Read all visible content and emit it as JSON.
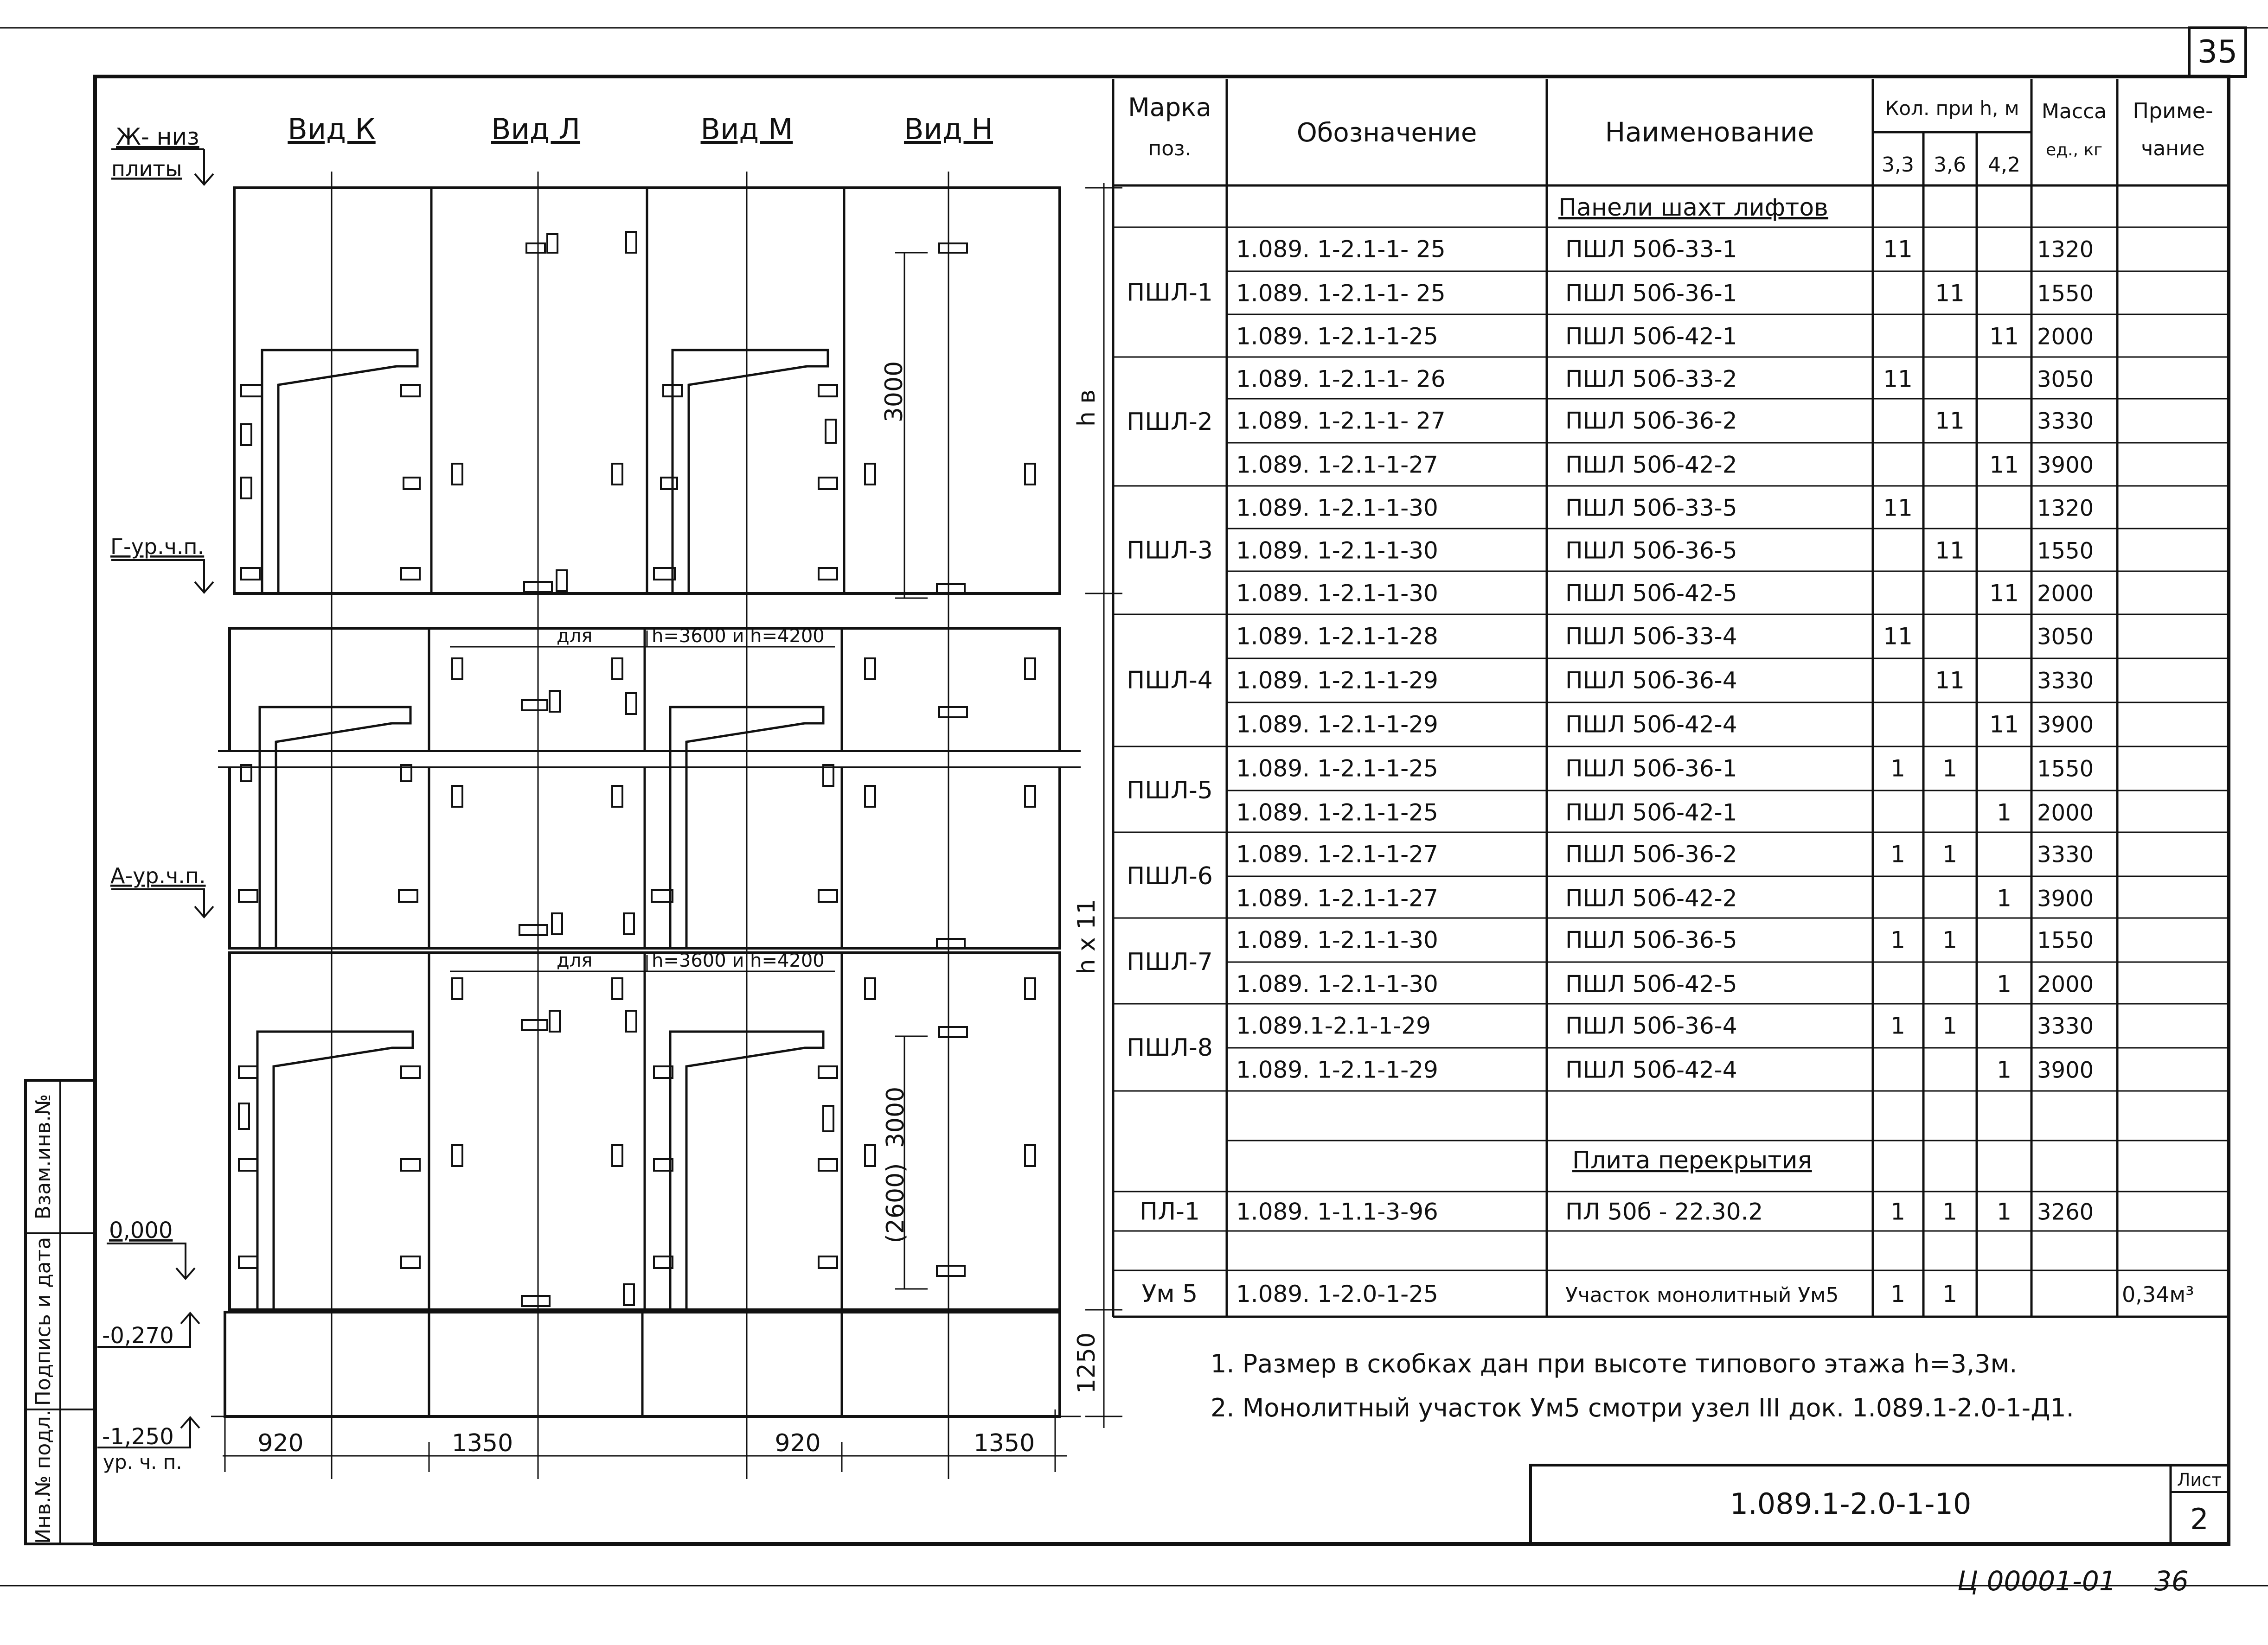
{
  "page_number": "35",
  "footer_code": "Ц 00001-01",
  "footer_page": "36",
  "drawing": {
    "views": [
      "Вид К",
      "Вид Л",
      "Вид М",
      "Вид Н"
    ],
    "levels": {
      "zh": "Ж- низ",
      "plity": "плиты",
      "g": "Г-ур.ч.п.",
      "a": "А-ур.ч.п.",
      "zero": "0,000",
      "m270": "-0,270",
      "m1250": "-1,250",
      "ur": "ур. ч. п."
    },
    "dim_3000_a": "3000",
    "dim_3000_b": "3000",
    "dim_2600": "(2600)",
    "dim_hv": "h в",
    "dim_hx11": "h x 11",
    "dim_1250": "1250",
    "for_h_1_a": "для",
    "for_h_1_b": "h=3600 и h=4200",
    "for_h_2_a": "для",
    "for_h_2_b": "h=3600 и h=4200",
    "bottom_dims": [
      "920",
      "1350",
      "920",
      "1350"
    ]
  },
  "side_stamp": [
    "Взам.инв.№",
    "Подпись и дата",
    "Инв.№ подл."
  ],
  "table": {
    "headers": {
      "mark": "Марка поз.",
      "mark_line1": "Марка",
      "mark_line2": "поз.",
      "designation": "Обозначение",
      "name": "Наименование",
      "qty": "Кол. при h, м",
      "h1": "3,3",
      "h2": "3,6",
      "h3": "4,2",
      "mass_line1": "Масса",
      "mass_line2": "ед., кг",
      "note_line1": "Приме-",
      "note_line2": "чание"
    },
    "section1": "Панели шахт лифтов",
    "section2": "Плита перекрытия",
    "rows": [
      {
        "mark": "",
        "des": "1.089. 1-2.1-1- 25",
        "name": "ПШЛ 50б-33-1",
        "q1": "11",
        "q2": "",
        "q3": "",
        "mass": "1320",
        "note": ""
      },
      {
        "mark": "ПШЛ-1",
        "des": "1.089. 1-2.1-1- 25",
        "name": "ПШЛ 50б-36-1",
        "q1": "",
        "q2": "11",
        "q3": "",
        "mass": "1550",
        "note": ""
      },
      {
        "mark": "",
        "des": "1.089. 1-2.1-1-25",
        "name": "ПШЛ 50б-42-1",
        "q1": "",
        "q2": "",
        "q3": "11",
        "mass": "2000",
        "note": ""
      },
      {
        "mark": "",
        "des": "1.089. 1-2.1-1- 26",
        "name": "ПШЛ 50б-33-2",
        "q1": "11",
        "q2": "",
        "q3": "",
        "mass": "3050",
        "note": ""
      },
      {
        "mark": "ПШЛ-2",
        "des": "1.089. 1-2.1-1- 27",
        "name": "ПШЛ 50б-36-2",
        "q1": "",
        "q2": "11",
        "q3": "",
        "mass": "3330",
        "note": ""
      },
      {
        "mark": "",
        "des": "1.089. 1-2.1-1-27",
        "name": "ПШЛ 50б-42-2",
        "q1": "",
        "q2": "",
        "q3": "11",
        "mass": "3900",
        "note": ""
      },
      {
        "mark": "",
        "des": "1.089. 1-2.1-1-30",
        "name": "ПШЛ 50б-33-5",
        "q1": "11",
        "q2": "",
        "q3": "",
        "mass": "1320",
        "note": ""
      },
      {
        "mark": "ПШЛ-3",
        "des": "1.089. 1-2.1-1-30",
        "name": "ПШЛ 50б-36-5",
        "q1": "",
        "q2": "11",
        "q3": "",
        "mass": "1550",
        "note": ""
      },
      {
        "mark": "",
        "des": "1.089. 1-2.1-1-30",
        "name": "ПШЛ 50б-42-5",
        "q1": "",
        "q2": "",
        "q3": "11",
        "mass": "2000",
        "note": ""
      },
      {
        "mark": "",
        "des": "1.089. 1-2.1-1-28",
        "name": "ПШЛ 50б-33-4",
        "q1": "11",
        "q2": "",
        "q3": "",
        "mass": "3050",
        "note": ""
      },
      {
        "mark": "ПШЛ-4",
        "des": "1.089. 1-2.1-1-29",
        "name": "ПШЛ 50б-36-4",
        "q1": "",
        "q2": "11",
        "q3": "",
        "mass": "3330",
        "note": ""
      },
      {
        "mark": "",
        "des": "1.089. 1-2.1-1-29",
        "name": "ПШЛ 50б-42-4",
        "q1": "",
        "q2": "",
        "q3": "11",
        "mass": "3900",
        "note": ""
      },
      {
        "mark": "ПШЛ-5",
        "des": "1.089. 1-2.1-1-25",
        "name": "ПШЛ 50б-36-1",
        "q1": "1",
        "q2": "1",
        "q3": "",
        "mass": "1550",
        "note": ""
      },
      {
        "mark": "",
        "des": "1.089. 1-2.1-1-25",
        "name": "ПШЛ 50б-42-1",
        "q1": "",
        "q2": "",
        "q3": "1",
        "mass": "2000",
        "note": ""
      },
      {
        "mark": "ПШЛ-6",
        "des": "1.089. 1-2.1-1-27",
        "name": "ПШЛ 50б-36-2",
        "q1": "1",
        "q2": "1",
        "q3": "",
        "mass": "3330",
        "note": ""
      },
      {
        "mark": "",
        "des": "1.089. 1-2.1-1-27",
        "name": "ПШЛ 50б-42-2",
        "q1": "",
        "q2": "",
        "q3": "1",
        "mass": "3900",
        "note": ""
      },
      {
        "mark": "ПШЛ-7",
        "des": "1.089. 1-2.1-1-30",
        "name": "ПШЛ 50б-36-5",
        "q1": "1",
        "q2": "1",
        "q3": "",
        "mass": "1550",
        "note": ""
      },
      {
        "mark": "",
        "des": "1.089. 1-2.1-1-30",
        "name": "ПШЛ 50б-42-5",
        "q1": "",
        "q2": "",
        "q3": "1",
        "mass": "2000",
        "note": ""
      },
      {
        "mark": "ПШЛ-8",
        "des": "1.089.1-2.1-1-29",
        "name": "ПШЛ 50б-36-4",
        "q1": "1",
        "q2": "1",
        "q3": "",
        "mass": "3330",
        "note": ""
      },
      {
        "mark": "",
        "des": "1.089. 1-2.1-1-29",
        "name": "ПШЛ 50б-42-4",
        "q1": "",
        "q2": "",
        "q3": "1",
        "mass": "3900",
        "note": ""
      },
      {
        "mark": "ПЛ-1",
        "des": "1.089. 1-1.1-3-96",
        "name": "ПЛ 50б - 22.30.2",
        "q1": "1",
        "q2": "1",
        "q3": "1",
        "mass": "3260",
        "note": ""
      },
      {
        "mark": "Ум 5",
        "des": "1.089. 1-2.0-1-25",
        "name": "Участок монолитный Ум5",
        "q1": "1",
        "q2": "1",
        "q3": "",
        "mass": "",
        "note": "0,34м³"
      }
    ]
  },
  "notes": [
    "1. Размер в скобках дан при высоте типового этажа h=3,3м.",
    "2. Монолитный участок Ум5 смотри узел III док. 1.089.1-2.0-1-Д1."
  ],
  "title_block": {
    "code": "1.089.1-2.0-1-10",
    "sheet_label": "Лист",
    "sheet_num": "2"
  }
}
